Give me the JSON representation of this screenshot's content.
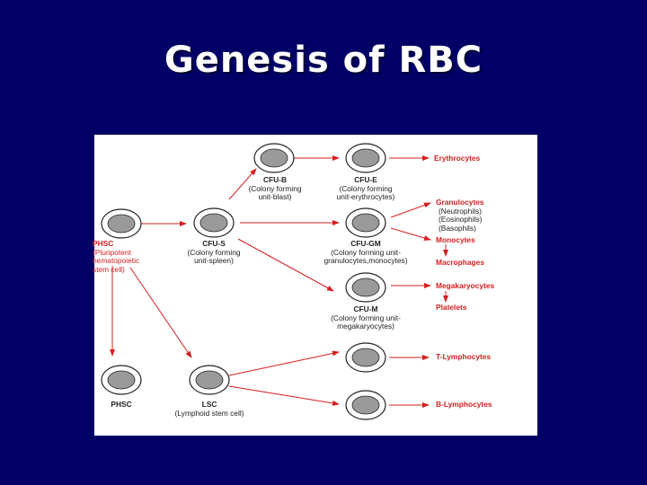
{
  "slide": {
    "title": "Genesis of RBC"
  },
  "diagram": {
    "cells": {
      "phsc_top": {
        "name": "PHSC",
        "desc_lines": [
          "(Pluripotent",
          "hematopoietic",
          "stem cell)"
        ]
      },
      "phsc_bottom": {
        "name": "PHSC"
      },
      "cfu_s": {
        "name": "CFU-S",
        "desc_lines": [
          "(Colony forming",
          "unit-spleen)"
        ]
      },
      "lsc": {
        "name": "LSC",
        "desc_lines": [
          "(Lymphoid stem cell)"
        ]
      },
      "cfu_b": {
        "name": "CFU-B",
        "desc_lines": [
          "(Colony forming",
          "unit-blast)"
        ]
      },
      "cfu_e": {
        "name": "CFU-E",
        "desc_lines": [
          "(Colony forming",
          "unit-erythrocytes)"
        ]
      },
      "cfu_gm": {
        "name": "CFU-GM",
        "desc_lines": [
          "(Colony forming unit-",
          "granulocytes,monocytes)"
        ]
      },
      "cfu_m": {
        "name": "CFU-M",
        "desc_lines": [
          "(Colony forming unit-",
          "megakaryocytes)"
        ]
      },
      "lymph_t": {
        "name": ""
      },
      "lymph_b": {
        "name": ""
      }
    },
    "outputs": {
      "erythrocytes": "Erythrocytes",
      "granulocytes": "Granulocytes",
      "granulocyte_types": [
        "(Neutrophils)",
        "(Eosinophils)",
        "(Basophils)"
      ],
      "monocytes": "Monocytes",
      "macrophages": "Macrophages",
      "megakaryocytes": "Megakaryocytes",
      "platelets": "Platelets",
      "t_lymphocytes": "T-Lymphocytes",
      "b_lymphocytes": "B-Lymphocytes"
    },
    "colors": {
      "arrow": "#d42020",
      "cell_outline": "#222222",
      "nucleus_fill": "#9a9a9a",
      "slide_background": "#000066",
      "panel_background": "#ffffff"
    }
  },
  "footer": {
    "text": "",
    "page_number": ""
  }
}
